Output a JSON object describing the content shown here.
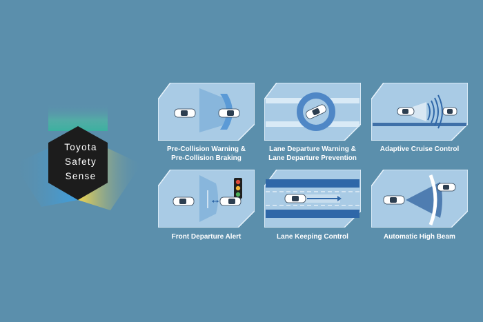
{
  "logo": {
    "line1": "Toyota",
    "line2": "Safety",
    "line3": "Sense"
  },
  "colors": {
    "background": "#5b8fac",
    "panel": "#a9cbe5",
    "panel_border": "#e8f3fb",
    "hexagon": "#1c1c1c",
    "accent_yellow": "#f2d64b",
    "accent_blue": "#3d9fe0",
    "accent_teal": "#3cb0a0"
  },
  "features": [
    {
      "line1": "Pre-Collision Warning &",
      "line2": "Pre-Collision Braking",
      "icon": "car-collision-icon"
    },
    {
      "line1": "Lane Departure Warning &",
      "line2": "Lane Departure Prevention",
      "icon": "lane-departure-icon"
    },
    {
      "line1": "Adaptive Cruise Control",
      "line2": "",
      "icon": "cruise-control-icon"
    },
    {
      "line1": "Front Departure Alert",
      "line2": "",
      "icon": "traffic-light-icon"
    },
    {
      "line1": "Lane Keeping Control",
      "line2": "",
      "icon": "lane-keeping-icon"
    },
    {
      "line1": "Automatic High Beam",
      "line2": "",
      "icon": "high-beam-icon"
    }
  ]
}
